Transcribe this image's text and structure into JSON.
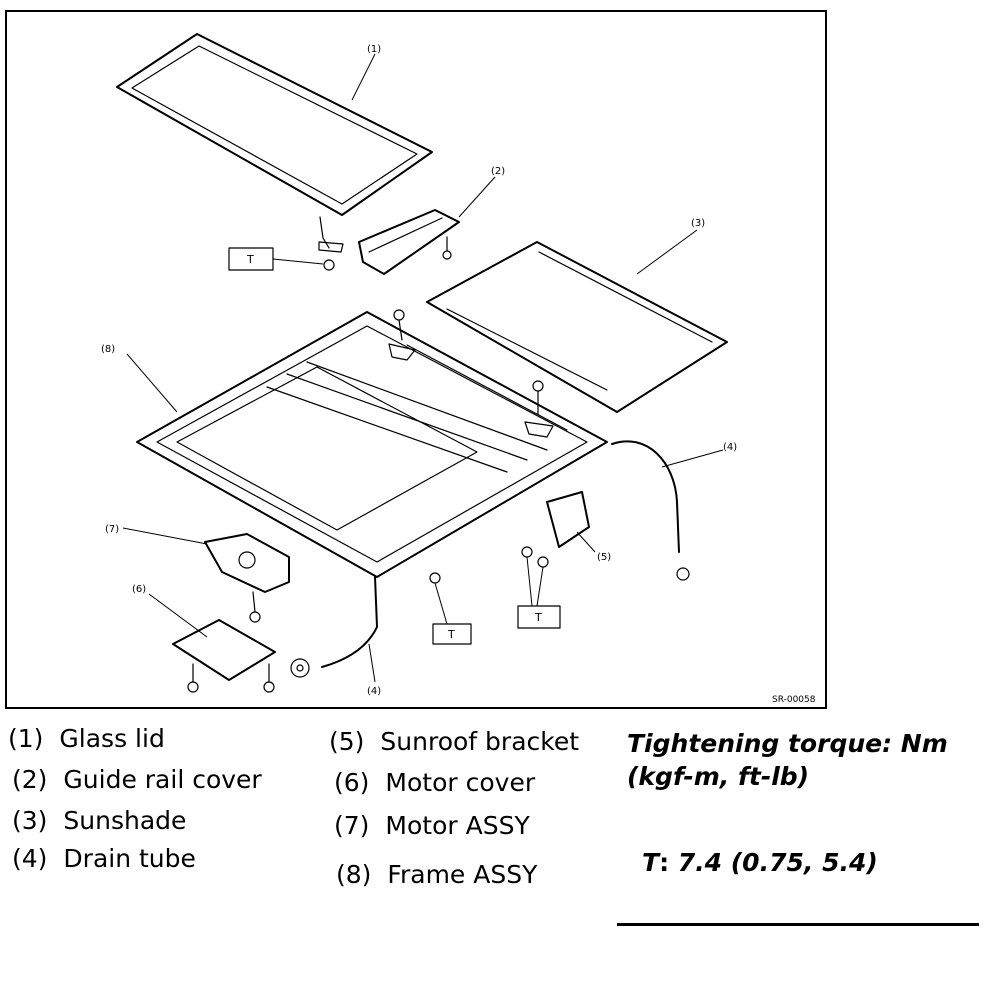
{
  "diagram": {
    "callouts": [
      "(1)",
      "(2)",
      "(3)",
      "(4)",
      "(4)",
      "(5)",
      "(6)",
      "(7)",
      "(8)"
    ],
    "torque_marker": "T",
    "code": "SR-00058"
  },
  "legend": [
    {
      "num": "(1)",
      "name": "Glass lid"
    },
    {
      "num": "(2)",
      "name": "Guide rail cover"
    },
    {
      "num": "(3)",
      "name": "Sunshade"
    },
    {
      "num": "(4)",
      "name": "Drain tube"
    },
    {
      "num": "(5)",
      "name": "Sunroof bracket"
    },
    {
      "num": "(6)",
      "name": "Motor cover"
    },
    {
      "num": "(7)",
      "name": "Motor ASSY"
    },
    {
      "num": "(8)",
      "name": "Frame ASSY"
    }
  ],
  "torque": {
    "heading_line1": "Tightening torque: Nm",
    "heading_line2": "(kgf-m, ft-lb)",
    "symbol": "T",
    "value": "7.4 (0.75, 5.4)"
  }
}
